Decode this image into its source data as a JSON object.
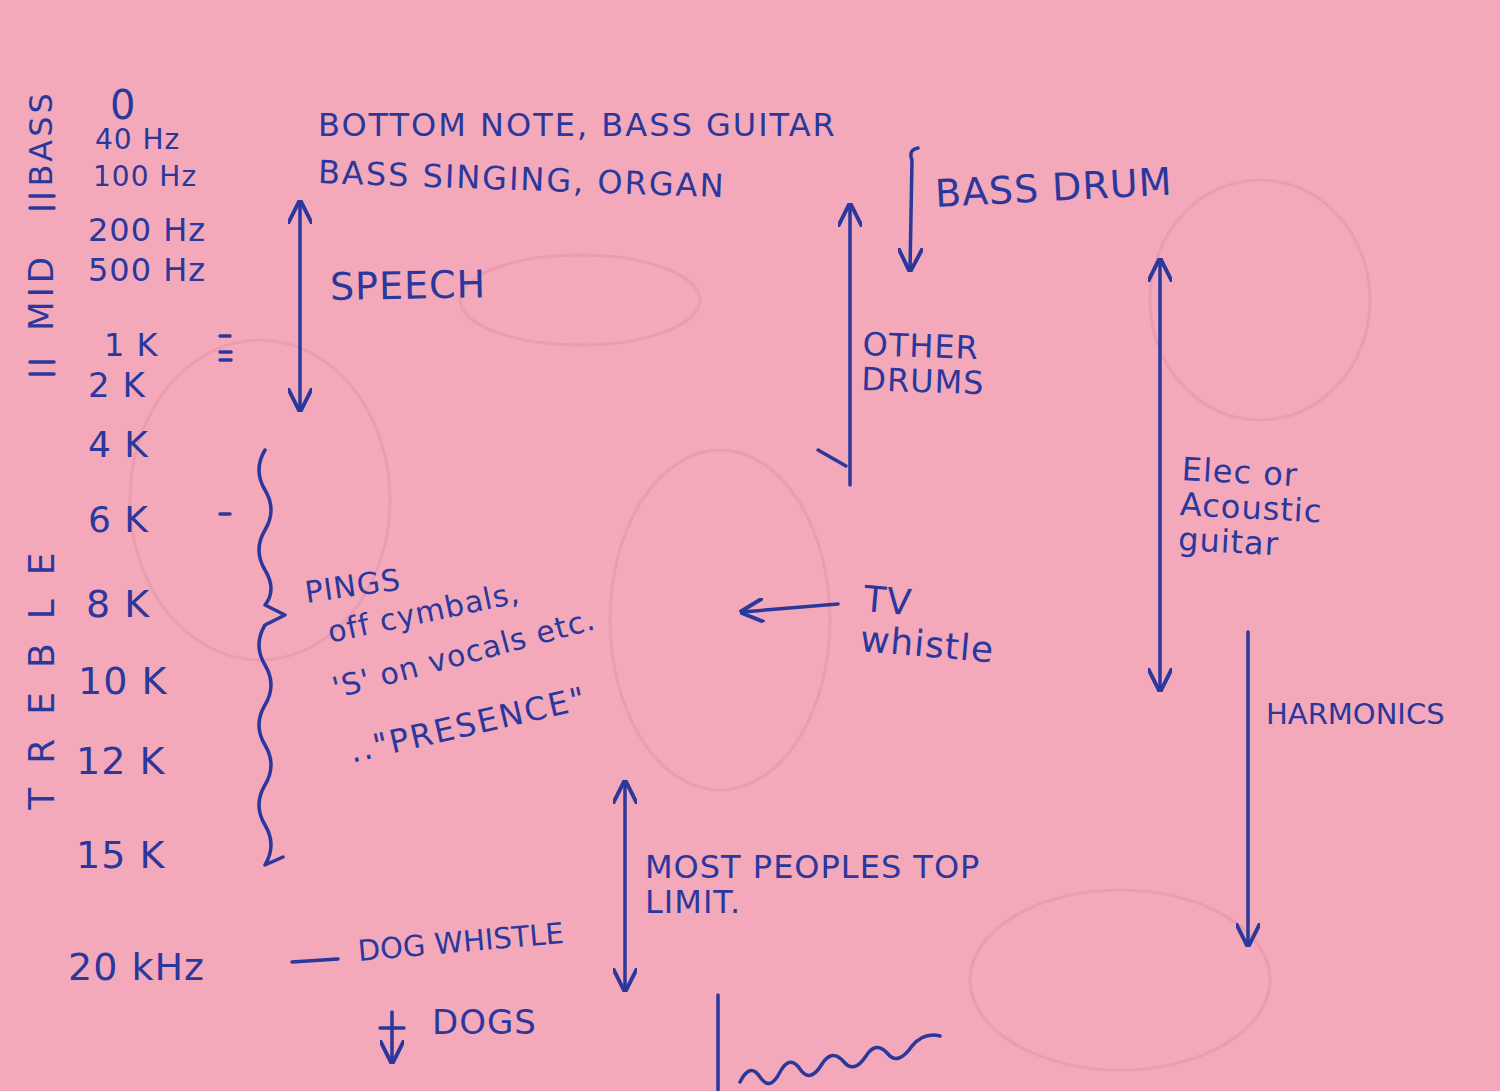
{
  "diagram": {
    "labels": [
      "0",
      "40 Hz",
      "100 Hz",
      "200 Hz",
      "500 Hz",
      "1 K",
      "2 K",
      "4 K",
      "6 K",
      "8 K",
      "10 K",
      "12 K",
      "15 K",
      "20 kHz",
      "BASS",
      "MID",
      "TREBLE",
      "BOTTOM NOTE, BASS GUITAR",
      "BASS SINGING, ORGAN",
      "BASS DRUM",
      "SPEECH",
      "OTHER DRUMS",
      "Elec or Acoustic guitar",
      "PINGS",
      "off cymbals,",
      "'S' on vocals etc.",
      "..\"PRESENCE\"",
      "TV whistle",
      "HARMONICS",
      "MOST PEOPLES TOP LIMIT.",
      "DOG WHISTLE",
      "DOGS"
    ]
  }
}
